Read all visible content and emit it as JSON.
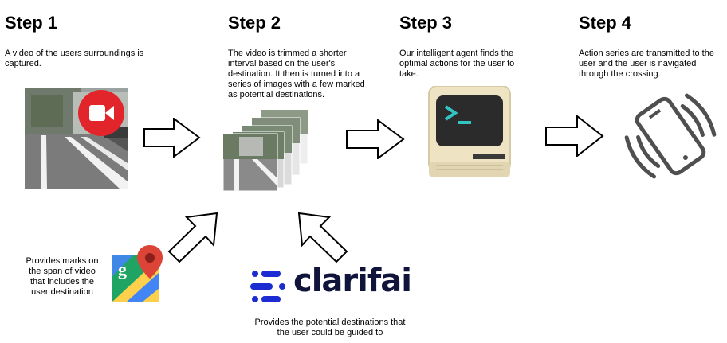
{
  "steps": [
    {
      "title": "Step 1",
      "desc": "A video of the users surroundings is captured."
    },
    {
      "title": "Step 2",
      "desc": "The video is trimmed a shorter interval based on the user's destination. It then is turned into a series of images with a few marked as potential destinations."
    },
    {
      "title": "Step 3",
      "desc": "Our intelligent agent finds the optimal actions for the user to take."
    },
    {
      "title": "Step 4",
      "desc": "Action series are transmitted to the user and the user is navigated through the crossing."
    }
  ],
  "maps_note": "Provides marks on the span of video that includes the user destination",
  "clarifai": {
    "logo_text": "clarifai",
    "note": "Provides the potential destinations that the user could be guided to"
  },
  "icons": {
    "video": "video-camera-icon",
    "frames": "image-stack-icon",
    "computer": "terminal-computer-icon",
    "phone": "vibrating-phone-icon",
    "maps": "google-maps-icon",
    "clarifai": "clarifai-logo-icon"
  },
  "colors": {
    "record_red": "#e2252b",
    "clarifai_blue": "#1c2bd2",
    "clarifai_text": "#10143a",
    "computer_beige": "#eee3c3",
    "screen_dark": "#2b2b2b",
    "prompt_teal": "#33c3c3",
    "phone_gray": "#4f4f4f"
  }
}
